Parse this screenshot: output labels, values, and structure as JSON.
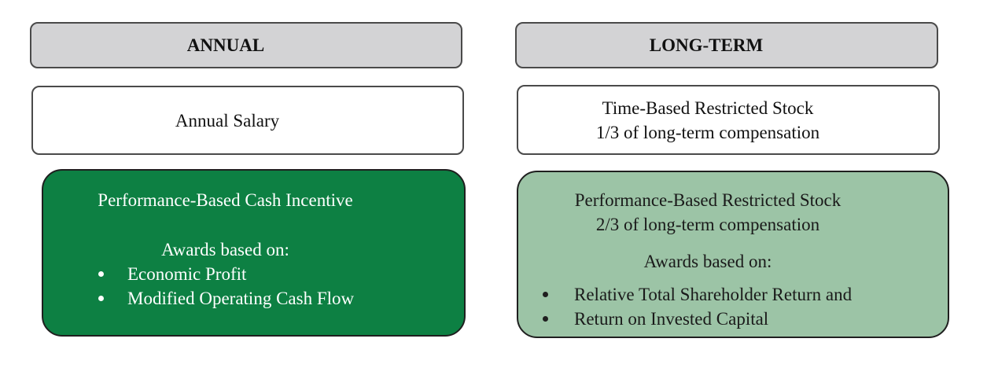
{
  "diagram": {
    "columns": [
      {
        "header": "ANNUAL",
        "salary_box": {
          "line1": "Annual Salary"
        },
        "incentive_box": {
          "title": "Performance-Based Cash Incentive",
          "awards_label": "Awards based on:",
          "bullets": [
            "Economic Profit",
            "Modified Operating Cash Flow"
          ]
        }
      },
      {
        "header": "LONG-TERM",
        "time_box": {
          "line1": "Time-Based Restricted Stock",
          "line2": "1/3 of long-term compensation"
        },
        "performance_box": {
          "title_line1": "Performance-Based Restricted Stock",
          "title_line2": "2/3 of long-term compensation",
          "awards_label": "Awards based on:",
          "bullets": [
            "Relative Total Shareholder Return and",
            "Return on Invested Capital"
          ]
        }
      }
    ],
    "colors": {
      "header_bg": "#d3d3d5",
      "dark_green": "#0d8043",
      "light_green": "#9cc4a6",
      "box_border_light": "#4a4a4a",
      "box_border_green": "#1f1f1f",
      "text_on_dark_green": "#ffffff",
      "text_dark": "#1a1a1a"
    }
  }
}
